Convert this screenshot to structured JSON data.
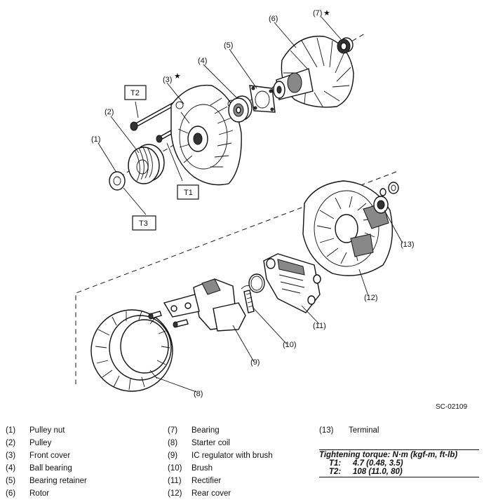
{
  "callouts": [
    "(1)",
    "(2)",
    "(3)",
    "(4)",
    "(5)",
    "(6)",
    "(7)",
    "(8)",
    "(9)",
    "(10)",
    "(11)",
    "(12)",
    "(13)"
  ],
  "star": "★",
  "torque_tags": [
    "T1",
    "T2",
    "T3"
  ],
  "figure_code": "SC-02109",
  "legend": [
    {
      "num": "(1)",
      "label": "Pulley nut"
    },
    {
      "num": "(2)",
      "label": "Pulley"
    },
    {
      "num": "(3)",
      "label": "Front cover"
    },
    {
      "num": "(4)",
      "label": "Ball bearing"
    },
    {
      "num": "(5)",
      "label": "Bearing retainer"
    },
    {
      "num": "(6)",
      "label": "Rotor"
    },
    {
      "num": "(7)",
      "label": "Bearing"
    },
    {
      "num": "(8)",
      "label": "Starter coil"
    },
    {
      "num": "(9)",
      "label": "IC regulator with brush"
    },
    {
      "num": "(10)",
      "label": "Brush"
    },
    {
      "num": "(11)",
      "label": "Rectifier"
    },
    {
      "num": "(12)",
      "label": "Rear cover"
    },
    {
      "num": "(13)",
      "label": "Terminal"
    }
  ],
  "torque": {
    "heading": "Tightening torque: N·m (kgf-m, ft-lb)",
    "rows": [
      {
        "key": "T1:",
        "value": "4.7 (0.48, 3.5)"
      },
      {
        "key": "T2:",
        "value": "108 (11.0, 80)"
      }
    ]
  }
}
